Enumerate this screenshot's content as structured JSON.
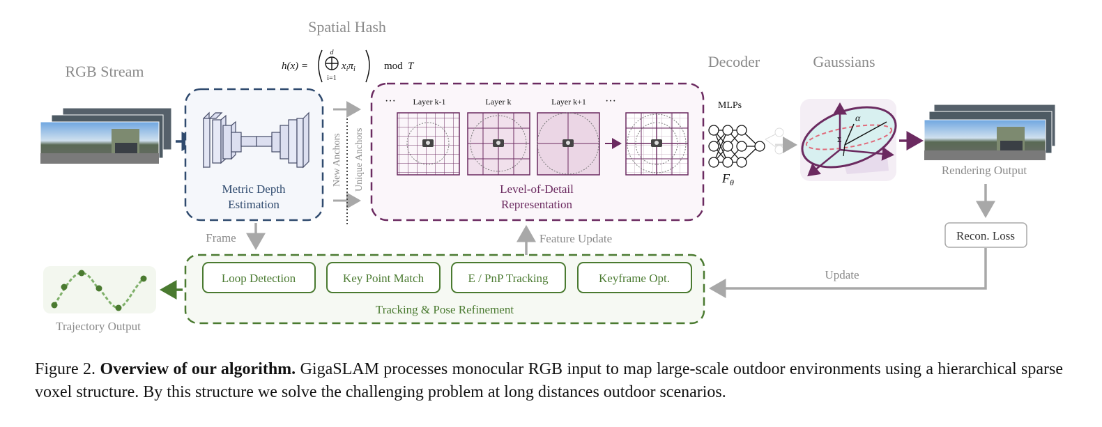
{
  "labels": {
    "rgb_stream": "RGB Stream",
    "spatial_hash": "Spatial Hash",
    "hash_lhs": "h(x) =",
    "hash_sum_top": "d",
    "hash_sum_bottom": "i=1",
    "hash_term": "x",
    "hash_term_mid": "i",
    "hash_term_pi": "π",
    "hash_term_sub": "i",
    "hash_mod": "mod",
    "hash_T": "T",
    "decoder": "Decoder",
    "gaussians": "Gaussians",
    "metric_depth_l1": "Metric Depth",
    "metric_depth_l2": "Estimation",
    "new_anchors": "New Anchors",
    "unique_anchors": "Unique Anchors",
    "ellipsis": "···",
    "layer_km1": "Layer k-1",
    "layer_k": "Layer k",
    "layer_kp1": "Layer k+1",
    "lod_l1": "Level-of-Detail",
    "lod_l2": "Representation",
    "mlps": "MLPs",
    "f_theta": "F",
    "f_theta_sub": "θ",
    "alpha": "α",
    "sigma": "Σ",
    "rendering_output": "Rendering Output",
    "recon_loss": "Recon. Loss",
    "frame": "Frame",
    "feature_update": "Feature Update",
    "update": "Update",
    "loop_detection": "Loop Detection",
    "key_point_match": "Key Point Match",
    "pnp_tracking": "E / PnP Tracking",
    "keyframe_opt": "Keyframe Opt.",
    "tracking_refinement": "Tracking & Pose Refinement",
    "trajectory_output": "Trajectory Output"
  },
  "caption": {
    "prefix": "Figure 2.",
    "bold": "Overview of our algorithm.",
    "body": "GigaSLAM processes monocular RGB input to map large-scale outdoor environments using a hierarchical sparse voxel structure. By this structure we solve the challenging problem at long distances outdoor scenarios."
  },
  "colors": {
    "navy": "#2f4a6e",
    "purple": "#6b2a60",
    "green": "#4a7a30",
    "gray_arrow": "#a8a8a8",
    "label_gray": "#8a8a8a"
  }
}
